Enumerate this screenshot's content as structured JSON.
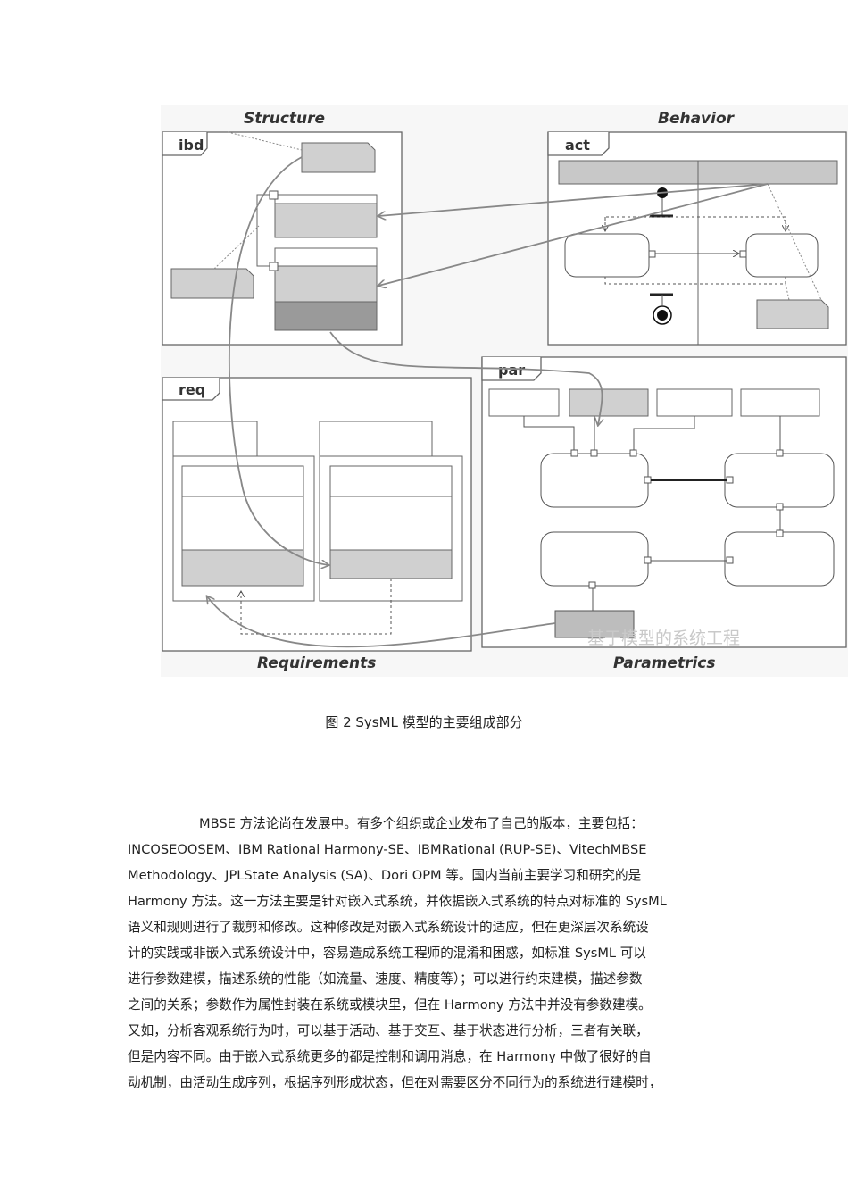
{
  "figure": {
    "section_labels": {
      "structure": "Structure",
      "behavior": "Behavior",
      "requirements": "Requirements",
      "parametrics": "Parametrics"
    },
    "frame_labels": {
      "ibd": "ibd",
      "act": "act",
      "req": "req",
      "par": "par"
    },
    "watermark": "基于模型的系统工程"
  },
  "caption": "图 2 SysML 模型的主要组成部分",
  "paragraph": {
    "lines": [
      "MBSE 方法论尚在发展中。有多个组织或企业发布了自己的版本，主要包括：",
      "INCOSEOOSEM、IBM Rational Harmony-SE、IBMRational (RUP-SE)、VitechMBSE",
      "Methodology、JPLState Analysis (SA)、Dori   OPM 等。国内当前主要学习和研究的是",
      "Harmony 方法。这一方法主要是针对嵌入式系统，并依据嵌入式系统的特点对标准的 SysML",
      "语义和规则进行了裁剪和修改。这种修改是对嵌入式系统设计的适应，但在更深层次系统设",
      "计的实践或非嵌入式系统设计中，容易造成系统工程师的混淆和困惑，如标准 SysML 可以",
      "进行参数建模，描述系统的性能（如流量、速度、精度等）；可以进行约束建模，描述参数",
      "之间的关系；参数作为属性封装在系统或模块里，但在 Harmony 方法中并没有参数建模。",
      "又如，分析客观系统行为时，可以基于活动、基于交互、基于状态进行分析，三者有关联，",
      "但是内容不同。由于嵌入式系统更多的都是控制和调用消息，在 Harmony 中做了很好的自",
      "动机制，由活动生成序列，根据序列形成状态，但在对需要区分不同行为的系统进行建模时，"
    ]
  }
}
